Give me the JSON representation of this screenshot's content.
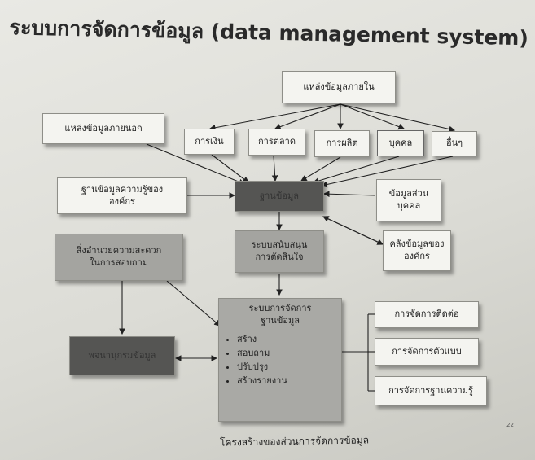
{
  "title": "ระบบการจัดการข้อมูล (data management system)",
  "boxes": {
    "internal_sources": "แหล่งข้อมูลภายใน",
    "external_sources": "แหล่งข้อมูลภายนอก",
    "finance": "การเงิน",
    "marketing": "การตลาด",
    "production": "การผลิต",
    "personnel": "บุคคล",
    "others": "อื่นๆ",
    "org_knowledge_base_line1": "ฐานข้อมูลความรู้ของ",
    "org_knowledge_base_line2": "องค์กร",
    "database": "ฐานข้อมูล",
    "personal_data_line1": "ข้อมูลส่วน",
    "personal_data_line2": "บุคคล",
    "decision_support_line1": "ระบบสนับสนุน",
    "decision_support_line2": "การตัดสินใจ",
    "data_warehouse_line1": "คลังข้อมูลของ",
    "data_warehouse_line2": "องค์กร",
    "query_facility_line1": "สิ่งอำนวยความสะดวก",
    "query_facility_line2": "ในการสอบถาม",
    "data_dictionary": "พจนานุกรมข้อมูล",
    "dbms_line1": "ระบบการจัดการ",
    "dbms_line2": "ฐานข้อมูล",
    "dbms_items": [
      "สร้าง",
      "สอบถาม",
      "ปรับปรุง",
      "สร้างรายงาน"
    ],
    "access_management": "การจัดการติดต่อ",
    "model_management": "การจัดการตัวแบบ",
    "knowledge_base_management": "การจัดการฐานความรู้"
  },
  "caption": "โครงสร้างของส่วนการจัดการข้อมูล",
  "page_number": "22"
}
